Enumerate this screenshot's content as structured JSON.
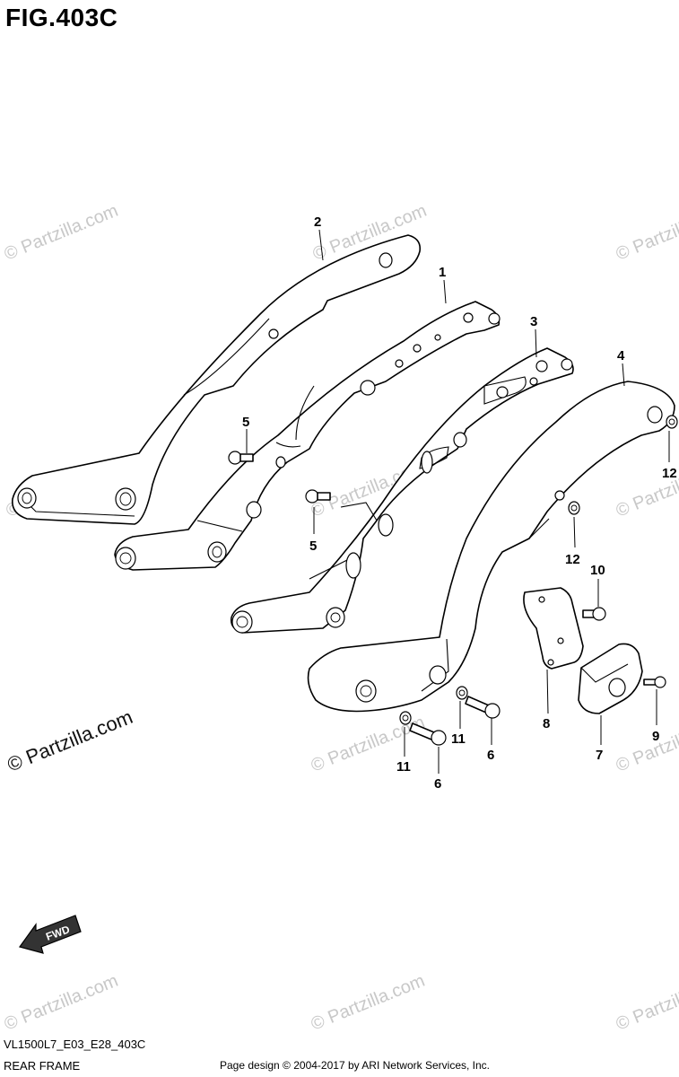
{
  "figure": {
    "title": "FIG.403C"
  },
  "callouts": [
    {
      "id": "c2",
      "label": "2"
    },
    {
      "id": "c1",
      "label": "1"
    },
    {
      "id": "c3",
      "label": "3"
    },
    {
      "id": "c4",
      "label": "4"
    },
    {
      "id": "c5a",
      "label": "5"
    },
    {
      "id": "c5b",
      "label": "5"
    },
    {
      "id": "c12a",
      "label": "12"
    },
    {
      "id": "c12b",
      "label": "12"
    },
    {
      "id": "c10",
      "label": "10"
    },
    {
      "id": "c8",
      "label": "8"
    },
    {
      "id": "c7",
      "label": "7"
    },
    {
      "id": "c9",
      "label": "9"
    },
    {
      "id": "c11a",
      "label": "11"
    },
    {
      "id": "c11b",
      "label": "11"
    },
    {
      "id": "c6a",
      "label": "6"
    },
    {
      "id": "c6b",
      "label": "6"
    }
  ],
  "fwd_label": "FWD",
  "watermark": {
    "text": "© Partzilla.com"
  },
  "footer": {
    "model_code": "VL1500L7_E03_E28_403C",
    "section_name": "REAR FRAME",
    "credit": "Page design © 2004-2017 by ARI Network Services, Inc."
  }
}
